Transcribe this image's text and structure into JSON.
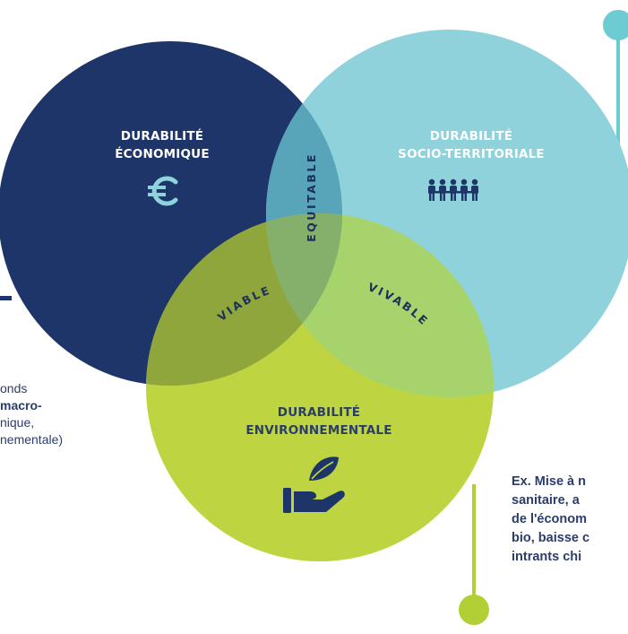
{
  "colors": {
    "economic": "#1d3568",
    "social": "#8fd2dc",
    "environmental": "#bed541",
    "overlap_eq": "#58a4b9",
    "overlap_viable": "#8ea63c",
    "overlap_vivable": "#a7d36d",
    "dark_text": "#1e2f5c",
    "connector_teal": "#6ccbd3",
    "connector_green": "#b2cf35"
  },
  "circles": {
    "economic": {
      "title_line1": "DURABILITÉ",
      "title_line2": "ÉCONOMIQUE",
      "icon": "euro-icon"
    },
    "social": {
      "title_line1": "DURABILITÉ",
      "title_line2": "SOCIO-TERRITORIALE",
      "icon": "people-icon"
    },
    "environmental": {
      "title_line1": "DURABILITÉ",
      "title_line2": "ENVIRONNEMENTALE",
      "icon": "hand-leaf-icon"
    }
  },
  "overlaps": {
    "equitable": "EQUITABLE",
    "viable": "VIABLE",
    "vivable": "VIVABLE"
  },
  "side_text": {
    "line1": "onds",
    "line2_bold": "macro-",
    "line3": "nique,",
    "line4": "nementale)"
  },
  "example_text": {
    "line1": "Ex. Mise à n",
    "line2": "sanitaire, a",
    "line3": "de l'économ",
    "line4": "bio, baisse c",
    "line5": "intrants chi"
  }
}
